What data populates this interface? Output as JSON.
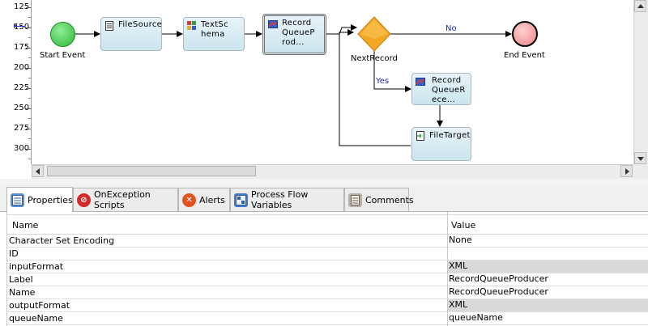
{
  "ruler": {
    "labels": [
      "125",
      "150",
      "175",
      "200",
      "225",
      "250",
      "275",
      "300"
    ]
  },
  "diagram": {
    "start_event": "Start Event",
    "end_event": "End Event",
    "file_source": "FileSource",
    "text_schema": "TextSc\nhema",
    "record_queue_producer": "Record\nQueueP\nrod...",
    "next_record": "NextRecord",
    "record_queue_receiver": "Record\nQueueR\nece...",
    "file_target": "FileTarget",
    "no_label": "No",
    "yes_label": "Yes"
  },
  "tabs": [
    {
      "label": "Properties",
      "icon": "properties-icon",
      "active": true
    },
    {
      "label": "OnException Scripts",
      "icon": "no-entry-icon",
      "active": false
    },
    {
      "label": "Alerts",
      "icon": "alert-x-icon",
      "active": false
    },
    {
      "label": "Process Flow Variables",
      "icon": "variables-icon",
      "active": false
    },
    {
      "label": "Comments",
      "icon": "comments-icon",
      "active": false
    }
  ],
  "grid": {
    "header_name": "Name",
    "header_value": "Value",
    "rows": [
      {
        "name": "Character Set Encoding",
        "value": "None",
        "shaded": false
      },
      {
        "name": "ID",
        "value": "",
        "shaded": false
      },
      {
        "name": "inputFormat",
        "value": "XML",
        "shaded": true
      },
      {
        "name": "Label",
        "value": "RecordQueueProducer",
        "shaded": false
      },
      {
        "name": "Name",
        "value": "RecordQueueProducer",
        "shaded": false
      },
      {
        "name": "outputFormat",
        "value": "XML",
        "shaded": true
      },
      {
        "name": "queueName",
        "value": "queueName",
        "shaded": false
      }
    ]
  },
  "colors": {
    "start_green": "#41c649",
    "end_red": "#f7a0a2",
    "gateway_orange": "#f5a623",
    "connector_blue": "#1c2eb4"
  }
}
